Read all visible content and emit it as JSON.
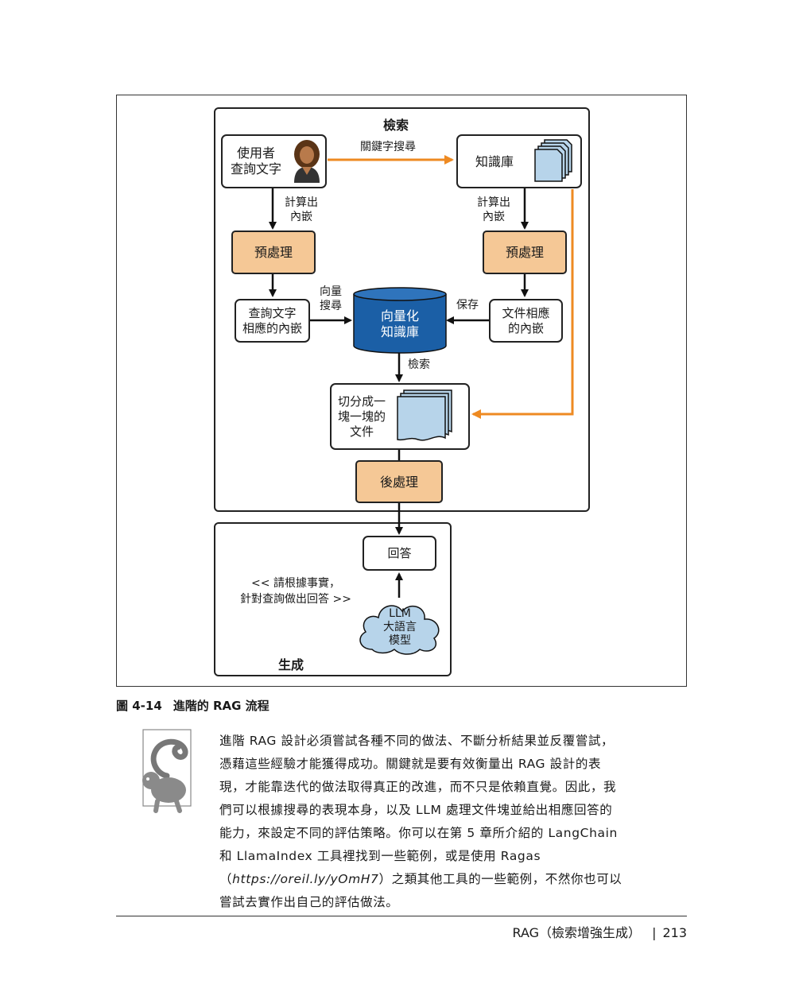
{
  "diagram": {
    "retrieval_title": "檢索",
    "generation_title": "生成",
    "user_query": "使用者\n查詢文字",
    "knowledge_base": "知識庫",
    "keyword_search": "關鍵字搜尋",
    "embed_left": "計算出\n內嵌",
    "embed_right": "計算出\n內嵌",
    "preprocess_left": "預處理",
    "preprocess_right": "預處理",
    "query_embedding": "查詢文字\n相應的內嵌",
    "vector_search": "向量\n搜尋",
    "vector_kb": "向量化\n知識庫",
    "save": "保存",
    "doc_embedding": "文件相應\n的內嵌",
    "retrieve": "檢索",
    "chunked_docs": "切分成一\n塊一塊的\n文件",
    "postprocess": "後處理",
    "answer": "回答",
    "prompt_text": "<< 請根據事實，\n針對查詢做出回答 >>",
    "llm": "LLM\n大語言\n模型",
    "colors": {
      "orange_arrow": "#ee8a22",
      "process_fill": "#f5c896",
      "db_fill": "#1b5fa6",
      "doc_fill": "#b7d4ea",
      "cloud_fill": "#b7d4ea"
    }
  },
  "caption": {
    "number": "圖 4-14",
    "title": "進階的 RAG 流程"
  },
  "note": {
    "icon": "lemur-icon",
    "text_before_url": "進階 RAG 設計必須嘗試各種不同的做法、不斷分析結果並反覆嘗試，憑藉這些經驗才能獲得成功。關鍵就是要有效衡量出 RAG 設計的表現，才能靠迭代的做法取得真正的改進，而不只是依賴直覺。因此，我們可以根據搜尋的表現本身，以及 LLM 處理文件塊並給出相應回答的能力，來設定不同的評估策略。你可以在第 5 章所介紹的 LangChain 和 LlamaIndex 工具裡找到一些範例，或是使用 Ragas（",
    "url": "https://oreil.ly/yOmH7",
    "text_after_url": "）之類其他工具的一些範例，不然你也可以嘗試去實作出自己的評估做法。"
  },
  "footer": {
    "section": "RAG（檢索增強生成）",
    "page": "213"
  }
}
